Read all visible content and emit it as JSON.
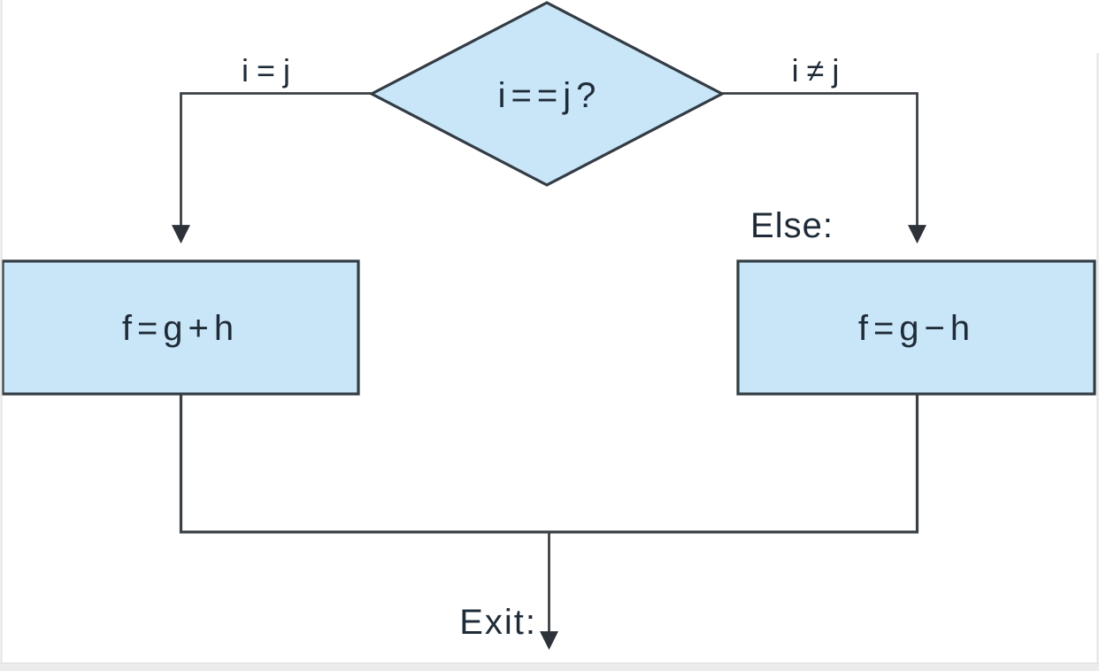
{
  "figure": {
    "decision": {
      "label": "i==j?"
    },
    "branch_true": {
      "label": "i=j"
    },
    "branch_false": {
      "label": "i≠j",
      "annotation": "Else:"
    },
    "box_then": {
      "label": "f=g+h"
    },
    "box_else": {
      "label": "f=g−h"
    },
    "exit": {
      "label": "Exit:"
    },
    "colors": {
      "node_fill": "#c9e5f8",
      "node_stroke": "#333c44",
      "connector": "#3a4045",
      "text": "#1f2c38",
      "footer_strip": "#ececec"
    }
  }
}
